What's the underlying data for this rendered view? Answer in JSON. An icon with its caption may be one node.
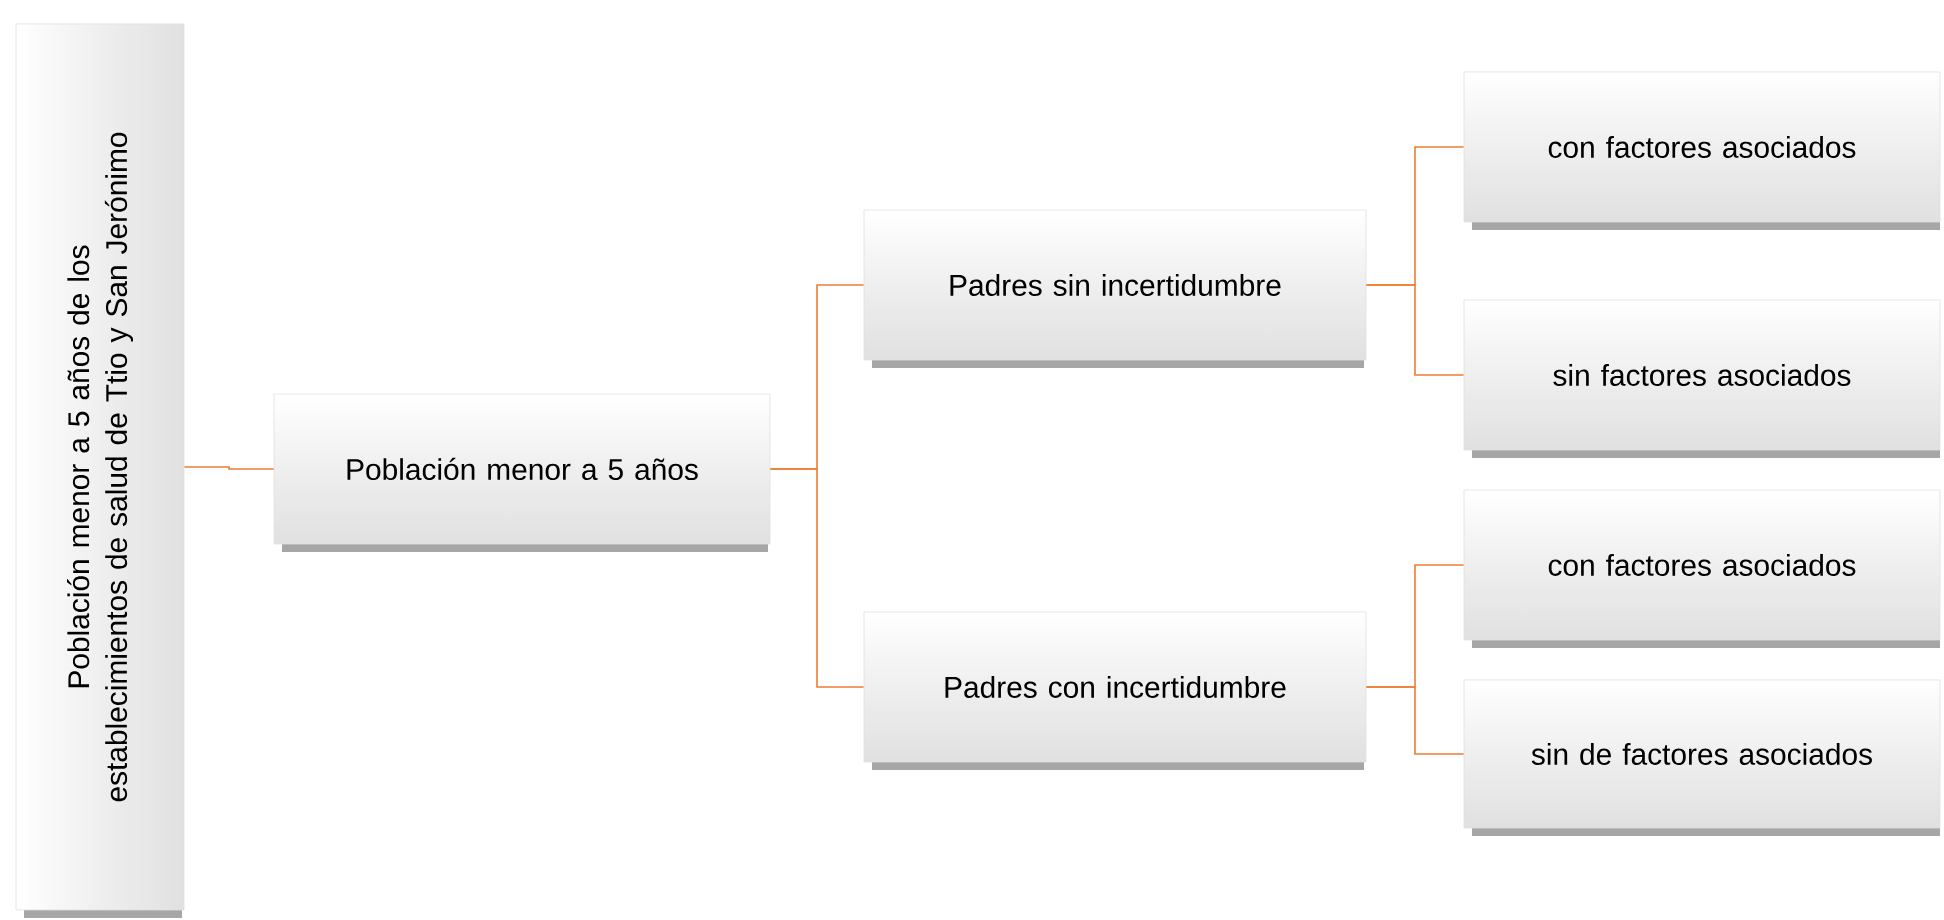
{
  "diagram": {
    "nodes": [
      {
        "text": [
          "Población menor a 5 años de los establecimientos de salud de Ttio y San Jerónimo"
        ]
      },
      {
        "text": [
          "Población menor a 5 años"
        ]
      },
      {
        "text": [
          "Padres sin incertidumbre"
        ]
      },
      {
        "text": [
          "Padres con incertidumbre"
        ]
      },
      {
        "text": [
          "con factores asociados"
        ]
      },
      {
        "text": [
          "sin factores asociados"
        ]
      },
      {
        "text": [
          "con factores asociados"
        ]
      },
      {
        "text": [
          "sin de factores asociados"
        ]
      }
    ],
    "edges": [
      {
        "from": 0,
        "to": 1,
        "arrow": "none"
      },
      {
        "from": 1,
        "to": 2,
        "arrow": "none"
      },
      {
        "from": 1,
        "to": 3,
        "arrow": "none"
      },
      {
        "from": 2,
        "to": 4,
        "arrow": "none"
      },
      {
        "from": 2,
        "to": 5,
        "arrow": "none"
      },
      {
        "from": 3,
        "to": 6,
        "arrow": "none"
      },
      {
        "from": 3,
        "to": 7,
        "arrow": "none"
      }
    ]
  }
}
